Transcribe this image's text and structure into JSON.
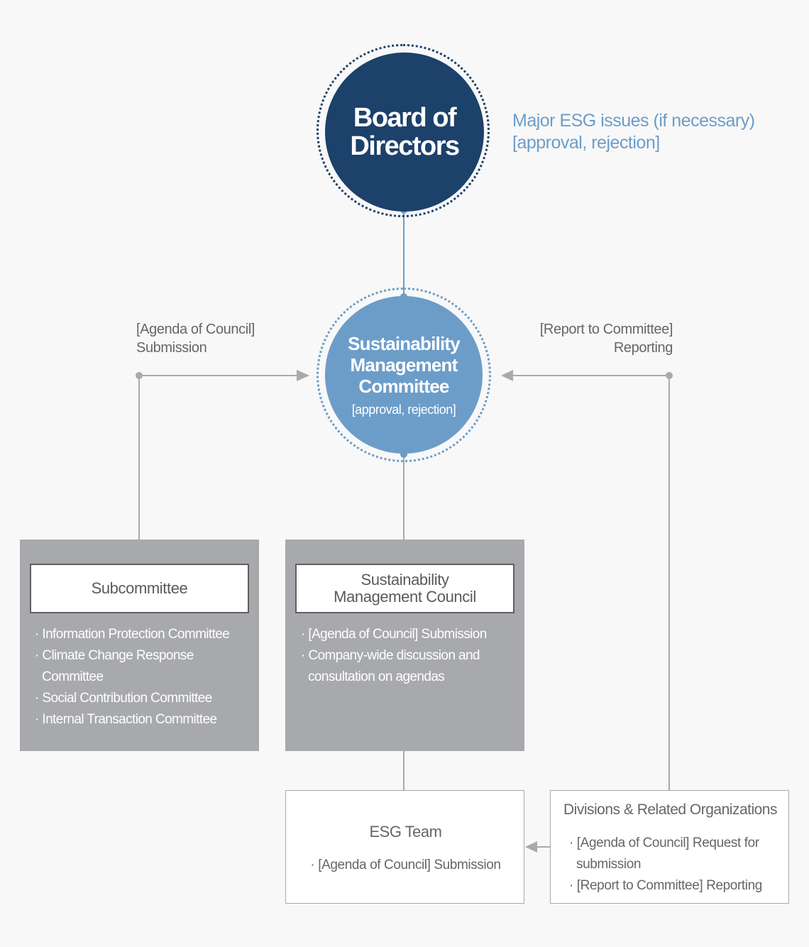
{
  "diagram": {
    "board": {
      "title": "Board of Directors",
      "note_line1": "Major ESG issues (if necessary)",
      "note_line2": "[approval, rejection]"
    },
    "committee": {
      "title_line1": "Sustainability",
      "title_line2": "Management",
      "title_line3": "Committee",
      "subtitle": "[approval, rejection]"
    },
    "left_flow": {
      "line1": "[Agenda of Council]",
      "line2": "Submission"
    },
    "right_flow": {
      "line1": "[Report to Committee]",
      "line2": "Reporting"
    },
    "subcommittee": {
      "title": "Subcommittee",
      "items": [
        "· Information Protection Committee",
        "· Climate Change Response Committee",
        "· Social Contribution Committee",
        "· Internal Transaction Committee"
      ]
    },
    "council": {
      "title_line1": "Sustainability",
      "title_line2": "Management Council",
      "items": [
        "· [Agenda of Council] Submission",
        "· Company-wide discussion and consultation on agendas"
      ]
    },
    "esg_team": {
      "title": "ESG Team",
      "items": [
        "· [Agenda of Council] Submission"
      ]
    },
    "divisions": {
      "title": "Divisions & Related Organizations",
      "items": [
        "· [Agenda of Council] Request for submission",
        "· [Report to Committee] Reporting"
      ]
    },
    "colors": {
      "board": "#1c416b",
      "committee": "#6c9dc9",
      "connector": "#a8a9ad",
      "box_fill": "#a8a9ad"
    }
  }
}
